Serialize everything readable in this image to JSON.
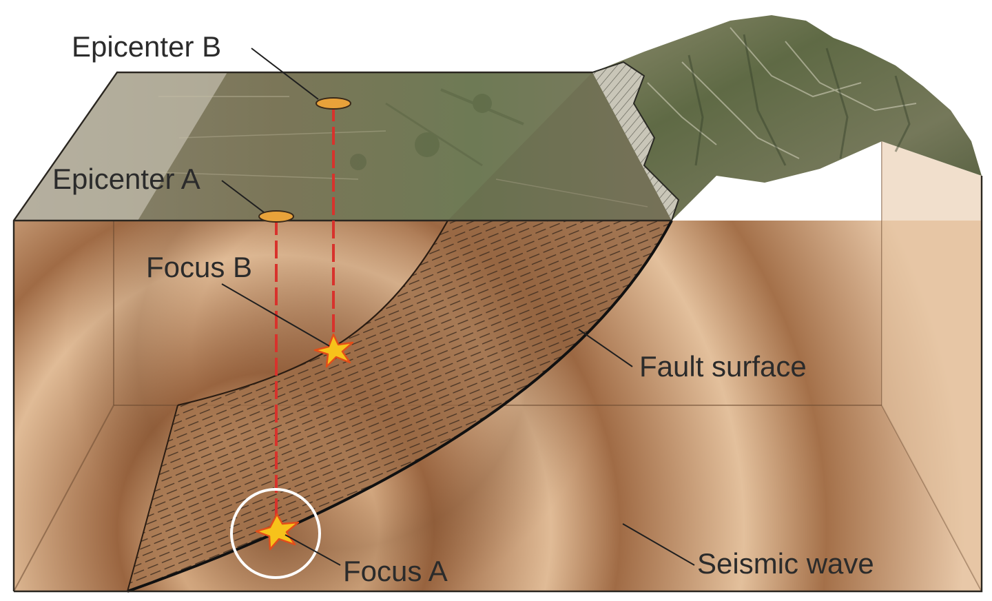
{
  "labels": {
    "epicenter_b": "Epicenter B",
    "epicenter_a": "Epicenter A",
    "focus_b": "Focus B",
    "focus_a": "Focus A",
    "fault_surface": "Fault surface",
    "seismic_wave": "Seismic wave"
  },
  "colors": {
    "crust_light": "#e6c4a3",
    "crust_dark": "#9a6540",
    "fault_plane": "#a8794f",
    "hatch": "#3a2a1e",
    "surface_plain": "#7e7a5e",
    "mountain": "#6a7250",
    "epicenter_fill": "#e8a23a",
    "focus_star": "#f7c21b",
    "focus_star_edge": "#e24e1a",
    "projection_line": "#d8322c",
    "highlight_ring": "#ffffff"
  },
  "icons": {
    "focus_marker": "star-burst",
    "epicenter_marker": "ellipse-disc"
  }
}
